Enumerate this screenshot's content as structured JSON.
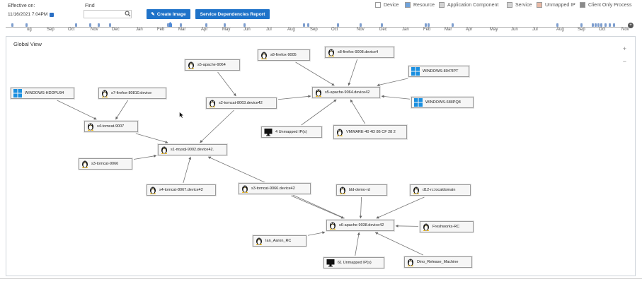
{
  "toolbar": {
    "effective_label": "Effective on:",
    "effective_value": "11/16/2021 7:04PM",
    "find_label": "Find",
    "find_placeholder": "",
    "create_image_label": "Create Image",
    "report_label": "Service Dependencies Report"
  },
  "legend": [
    {
      "label": "Device",
      "color": "#ffffff"
    },
    {
      "label": "Resource",
      "color": "#6fa3dc"
    },
    {
      "label": "Application Component",
      "color": "#d3d3d3"
    },
    {
      "label": "Service",
      "color": "#d3d3d3"
    },
    {
      "label": "Unmapped IP",
      "color": "#e8b9a5"
    },
    {
      "label": "Client Only Process",
      "color": "#8a8a8a"
    }
  ],
  "timeline": {
    "labels": [
      "ug",
      "Sep",
      "Oct",
      "Nov",
      "Dec",
      "Jan",
      "Feb",
      "Mar",
      "Apr",
      "May",
      "Jun",
      "Jul",
      "Aug",
      "Sep",
      "Oct",
      "Nov",
      "Dec",
      "Jan",
      "Feb",
      "Mar",
      "Apr",
      "May",
      "Jun",
      "Jul",
      "Aug",
      "Sep",
      "Oct",
      "Nov"
    ],
    "end_icon": "plus-circle-icon"
  },
  "panel": {
    "title": "Global View",
    "zoom_in": "+",
    "zoom_out": "−"
  },
  "nodes": [
    {
      "id": "n_ff9005",
      "label": "s8-firefox-9005",
      "icon": "linux-penguin-icon"
    },
    {
      "id": "n_ff9008",
      "label": "s8-firefox-9008.device4",
      "icon": "linux-penguin-icon"
    },
    {
      "id": "n_apache9064",
      "label": "s5-apache-9064",
      "icon": "linux-penguin-icon"
    },
    {
      "id": "n_win8047",
      "label": "WINDOWS-8047IPT",
      "icon": "windows-icon"
    },
    {
      "id": "n_win6hdp",
      "label": "WINDOWS-HDDPU94",
      "icon": "windows-icon"
    },
    {
      "id": "n_ff8010",
      "label": "s7-firefox-80810.device",
      "icon": "linux-penguin-icon"
    },
    {
      "id": "n_tomcat8063",
      "label": "s2-tomcat-8063.device42",
      "icon": "linux-penguin-icon"
    },
    {
      "id": "n_apache9064d",
      "label": "s5-apache-9064.device42",
      "icon": "linux-penguin-icon"
    },
    {
      "id": "n_win68",
      "label": "WINDOWS-68IIPQ8",
      "icon": "windows-icon"
    },
    {
      "id": "n_tomcat9007",
      "label": "s4-tomcat-9007",
      "icon": "linux-penguin-icon"
    },
    {
      "id": "n_unmapped4",
      "label": "4 Unmapped IP(s)",
      "icon": "monitor-icon"
    },
    {
      "id": "n_vmware",
      "label": "VMWARE-40 4D 86 CF 28 2",
      "icon": "linux-penguin-icon"
    },
    {
      "id": "n_mysql9002",
      "label": "s1-mysql-9002.device42.",
      "icon": "linux-penguin-icon"
    },
    {
      "id": "n_tomcat9066",
      "label": "s3-tomcat-9066",
      "icon": "linux-penguin-icon"
    },
    {
      "id": "n_tomcat8067",
      "label": "s4-tomcat-8067.device42",
      "icon": "linux-penguin-icon"
    },
    {
      "id": "n_tomcat9066d",
      "label": "s3-tomcat-9066.device42",
      "icon": "linux-penguin-icon"
    },
    {
      "id": "n_rcdemo",
      "label": "bld-demo-rd",
      "icon": "linux-penguin-icon"
    },
    {
      "id": "n_localdomain",
      "label": "d12-rc.localdomain",
      "icon": "linux-penguin-icon"
    },
    {
      "id": "n_apache9038",
      "label": "s6-apache-9038.device42",
      "icon": "linux-penguin-icon"
    },
    {
      "id": "n_freshworks",
      "label": "Freshworks-RC",
      "icon": "linux-penguin-icon"
    },
    {
      "id": "n_ian",
      "label": "Ian_Aaron_RC",
      "icon": "linux-penguin-icon"
    },
    {
      "id": "n_unmapped61",
      "label": "61 Unmapped IP(s)",
      "icon": "monitor-icon"
    },
    {
      "id": "n_dino",
      "label": "Dino_Release_Machine",
      "icon": "linux-penguin-icon"
    }
  ],
  "edges": [
    [
      "n_ff9005",
      "n_apache9064d"
    ],
    [
      "n_ff9008",
      "n_apache9064d"
    ],
    [
      "n_win8047",
      "n_apache9064d"
    ],
    [
      "n_win68",
      "n_apache9064d"
    ],
    [
      "n_apache9064",
      "n_tomcat8063"
    ],
    [
      "n_tomcat8063",
      "n_apache9064d"
    ],
    [
      "n_unmapped4",
      "n_apache9064d"
    ],
    [
      "n_vmware",
      "n_apache9064d"
    ],
    [
      "n_win6hdp",
      "n_tomcat9007"
    ],
    [
      "n_ff8010",
      "n_tomcat9007"
    ],
    [
      "n_tomcat9007",
      "n_mysql9002"
    ],
    [
      "n_tomcat8063",
      "n_mysql9002"
    ],
    [
      "n_tomcat9066",
      "n_mysql9002"
    ],
    [
      "n_tomcat8067",
      "n_mysql9002"
    ],
    [
      "n_apache9038",
      "n_mysql9002"
    ],
    [
      "n_tomcat9066d",
      "n_apache9038"
    ],
    [
      "n_rcdemo",
      "n_apache9038"
    ],
    [
      "n_localdomain",
      "n_apache9038"
    ],
    [
      "n_freshworks",
      "n_apache9038"
    ],
    [
      "n_ian",
      "n_apache9038"
    ],
    [
      "n_unmapped61",
      "n_apache9038"
    ],
    [
      "n_dino",
      "n_apache9038"
    ]
  ]
}
